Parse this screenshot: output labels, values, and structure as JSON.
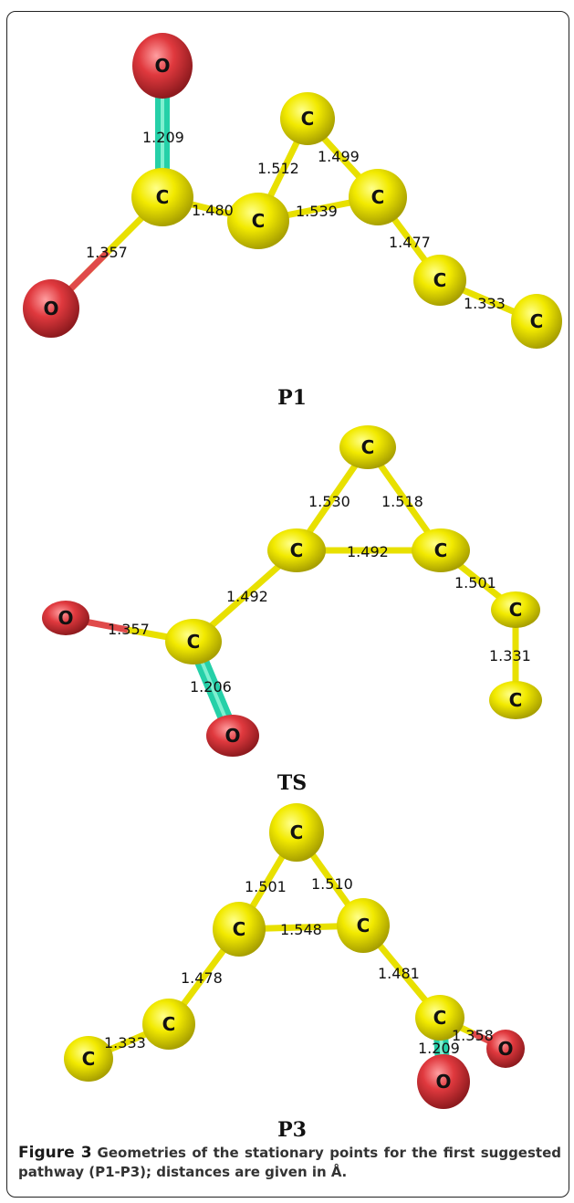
{
  "panels": [
    {
      "label": "P1",
      "atoms": [
        "O",
        "C",
        "O",
        "C",
        "C",
        "C",
        "C",
        "C"
      ],
      "bond_lengths": [
        "1.209",
        "1.357",
        "1.480",
        "1.512",
        "1.499",
        "1.539",
        "1.477",
        "1.333"
      ]
    },
    {
      "label": "TS",
      "atoms": [
        "C",
        "C",
        "C",
        "C",
        "C",
        "O",
        "C",
        "O"
      ],
      "bond_lengths": [
        "1.530",
        "1.518",
        "1.492",
        "1.492",
        "1.501",
        "1.357",
        "1.331",
        "1.206"
      ]
    },
    {
      "label": "P3",
      "atoms": [
        "C",
        "C",
        "C",
        "C",
        "C",
        "C",
        "O",
        "O"
      ],
      "bond_lengths": [
        "1.501",
        "1.510",
        "1.548",
        "1.478",
        "1.481",
        "1.333",
        "1.358",
        "1.209"
      ]
    }
  ],
  "caption": {
    "figure_label": "Figure 3",
    "text": "Geometries of the stationary points for the first suggested pathway (P1-P3); distances are given in Å."
  },
  "colors": {
    "carbon": "#f2ea00",
    "oxygen": "#e0393e",
    "cc_bond": "#e8e000",
    "co_double_bond": "#25d0a8",
    "co_single_bond": "#e04a4a"
  }
}
